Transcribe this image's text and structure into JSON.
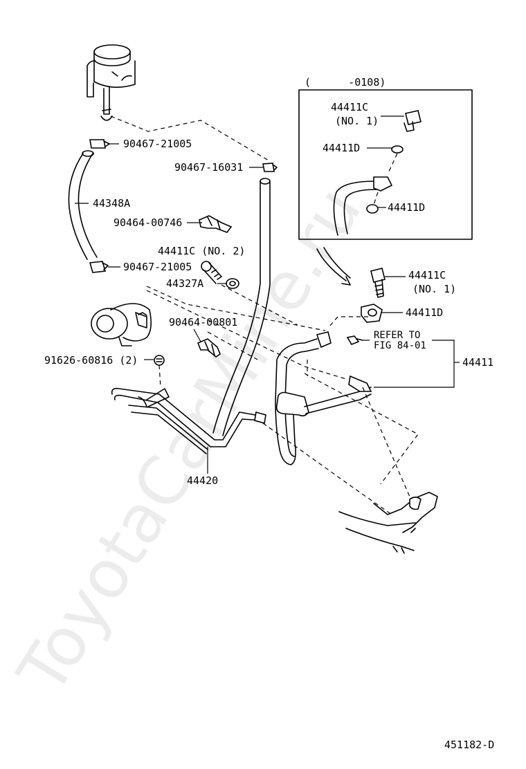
{
  "watermark": "ToyotaCarMine.ru",
  "inset": {
    "title": "(      -0108)"
  },
  "labels": {
    "p90467_21005_top": "90467-21005",
    "p90467_16031": "90467-16031",
    "p44348A": "44348A",
    "p90464_00746": "90464-00746",
    "p44411C_no2": "44411C (NO. 2)",
    "p90467_21005_mid": "90467-21005",
    "p44327A": "44327A",
    "p90464_00801": "90464-00801",
    "p91626_60816": "91626-60816 (2)",
    "p44420": "44420",
    "inset_44411C": "44411C",
    "inset_44411C_no": "(NO. 1)",
    "inset_44411D_a": "44411D",
    "inset_44411D_b": "44411D",
    "p44411C_no1": "44411C",
    "p44411C_no1_sub": "(NO. 1)",
    "p44411D": "44411D",
    "refer_to": "REFER TO",
    "refer_fig": "FIG 84-01",
    "p44411": "44411",
    "fig_code": "451182-D"
  }
}
